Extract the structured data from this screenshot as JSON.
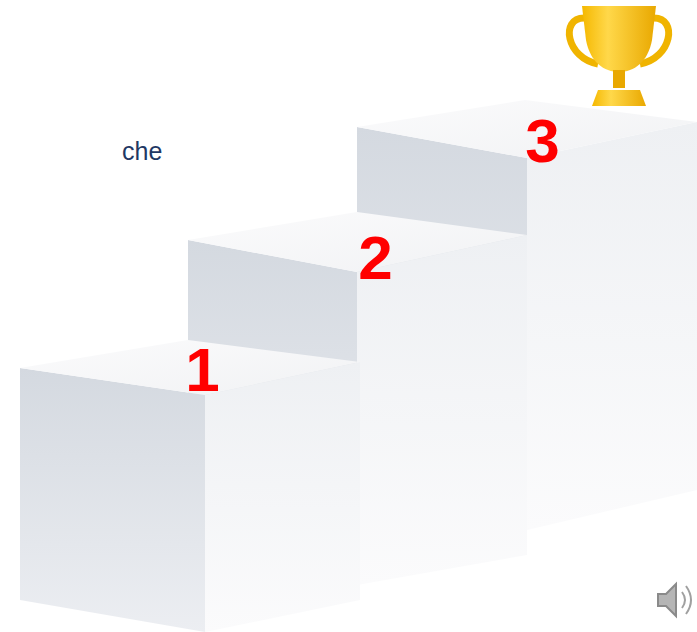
{
  "diagram": {
    "nodes": [
      {
        "text": [
          "1"
        ]
      },
      {
        "text": [
          "2"
        ]
      },
      {
        "text": [
          "3"
        ]
      }
    ],
    "labels": [
      "che"
    ]
  }
}
